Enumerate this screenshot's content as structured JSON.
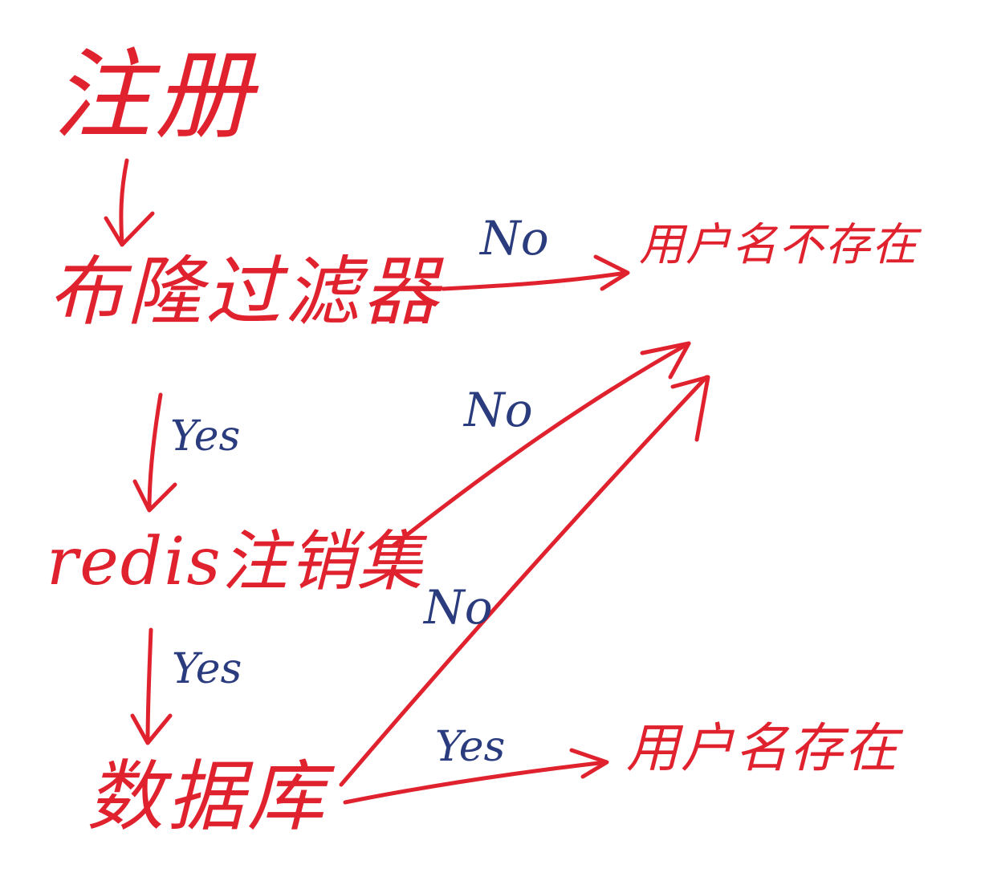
{
  "colors": {
    "background": "#ffffff",
    "ink_red": "#e0222e",
    "ink_blue": "#2b3c7e"
  },
  "nodes": {
    "register": "注册",
    "bloom_filter": "布隆过滤器",
    "redis_set": "redis注销集",
    "database": "数据库",
    "user_not_exist": "用户名不存在",
    "user_exist": "用户名存在"
  },
  "edge_labels": {
    "bloom_no": "No",
    "bloom_yes": "Yes",
    "redis_no": "No",
    "redis_yes": "Yes",
    "db_no": "No",
    "db_yes": "Yes"
  }
}
